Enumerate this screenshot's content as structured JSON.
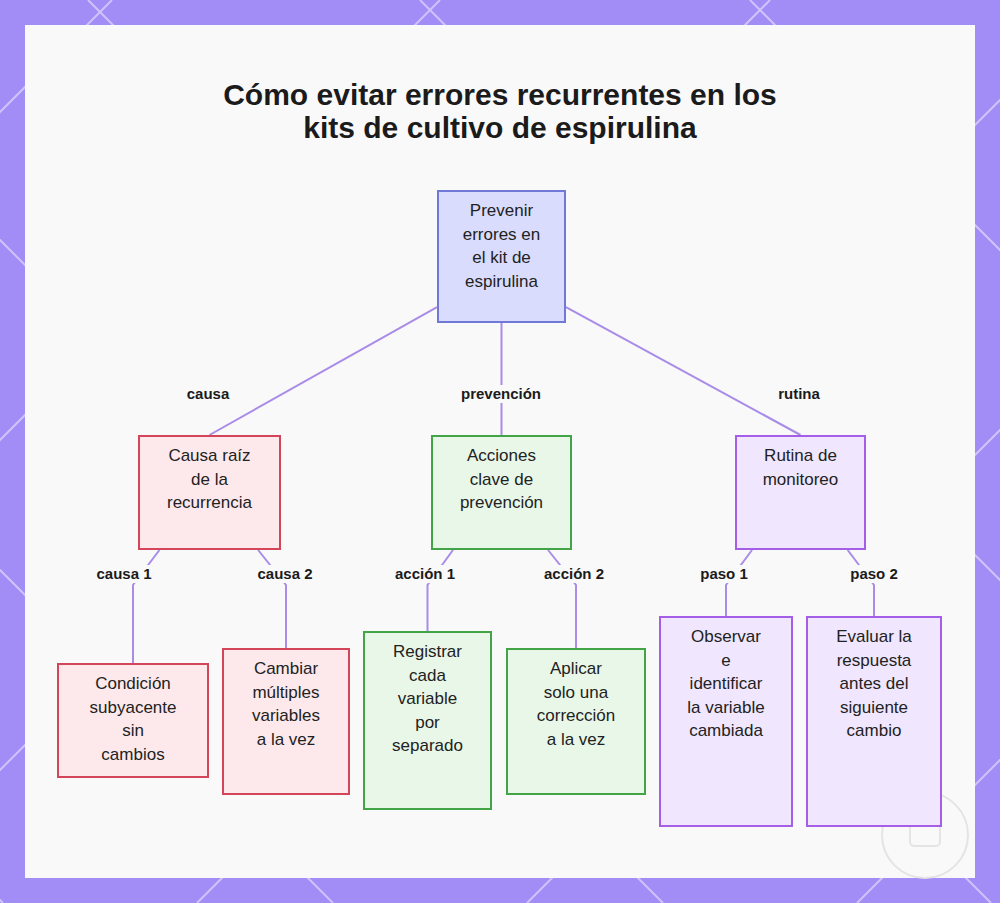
{
  "diagram": {
    "title": "Cómo evitar errores recurrentes en los kits de cultivo de espirulina",
    "nodes": [
      {
        "text": [
          "Prevenir errores en el kit de espirulina"
        ]
      },
      {
        "text": [
          "Causa raíz de la recurrencia"
        ]
      },
      {
        "text": [
          "Acciones clave de prevención"
        ]
      },
      {
        "text": [
          "Rutina de monitoreo"
        ]
      },
      {
        "text": [
          "Condición subyacente sin cambios"
        ]
      },
      {
        "text": [
          "Cambiar múltiples variables a la vez"
        ]
      },
      {
        "text": [
          "Registrar cada variable por separado"
        ]
      },
      {
        "text": [
          "Aplicar solo una corrección a la vez"
        ]
      },
      {
        "text": [
          "Observar e identificar la variable cambiada"
        ]
      },
      {
        "text": [
          "Evaluar la respuesta antes del siguiente cambio"
        ]
      }
    ],
    "edges": [
      {
        "from": 0,
        "to": 1,
        "label": "causa",
        "arrow": "none"
      },
      {
        "from": 0,
        "to": 2,
        "label": "prevención",
        "arrow": "none"
      },
      {
        "from": 0,
        "to": 3,
        "label": "rutina",
        "arrow": "none"
      },
      {
        "from": 1,
        "to": 4,
        "label": "causa 1",
        "arrow": "none"
      },
      {
        "from": 1,
        "to": 5,
        "label": "causa 2",
        "arrow": "none"
      },
      {
        "from": 2,
        "to": 6,
        "label": "acción 1",
        "arrow": "none"
      },
      {
        "from": 2,
        "to": 7,
        "label": "acción 2",
        "arrow": "none"
      },
      {
        "from": 3,
        "to": 8,
        "label": "paso 1",
        "arrow": "none"
      },
      {
        "from": 3,
        "to": 9,
        "label": "paso 2",
        "arrow": "none"
      }
    ]
  }
}
